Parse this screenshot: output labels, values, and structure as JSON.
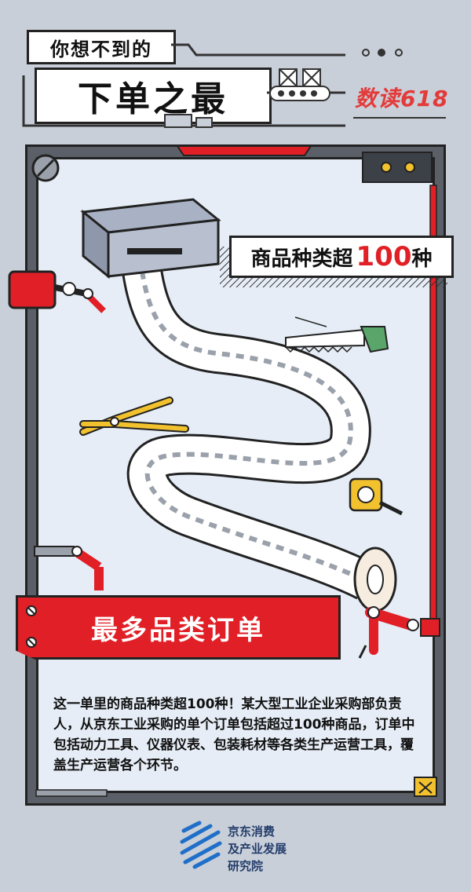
{
  "header": {
    "subtitle": "你想不到的",
    "title": "下单之最",
    "brand": "数读618"
  },
  "callout": {
    "prefix": "商品种类超",
    "number": "100",
    "suffix": "种"
  },
  "banner": {
    "label": "最多品类订单"
  },
  "description": "这一单里的商品种类超100种！某大型工业企业采购部负责人，从京东工业采购的单个订单包括超过100种商品，订单中包括动力工具、仪器仪表、包装耗材等各类生产运营工具，覆盖生产运营各个环节。",
  "footer": {
    "org_line1": "京东消费",
    "org_line2": "及产业发展",
    "org_line3": "研究院"
  },
  "icons": [
    "printer-icon",
    "saw-icon",
    "pliers-icon",
    "tape-measure-icon",
    "robot-arm-icon",
    "gear-bolt-icon",
    "warning-icon"
  ],
  "colors": {
    "accent": "#e11f26",
    "background": "#c9cfd8",
    "panel": "#e6edf6",
    "outline": "#222222",
    "brand_blue": "#1f6fc9"
  }
}
